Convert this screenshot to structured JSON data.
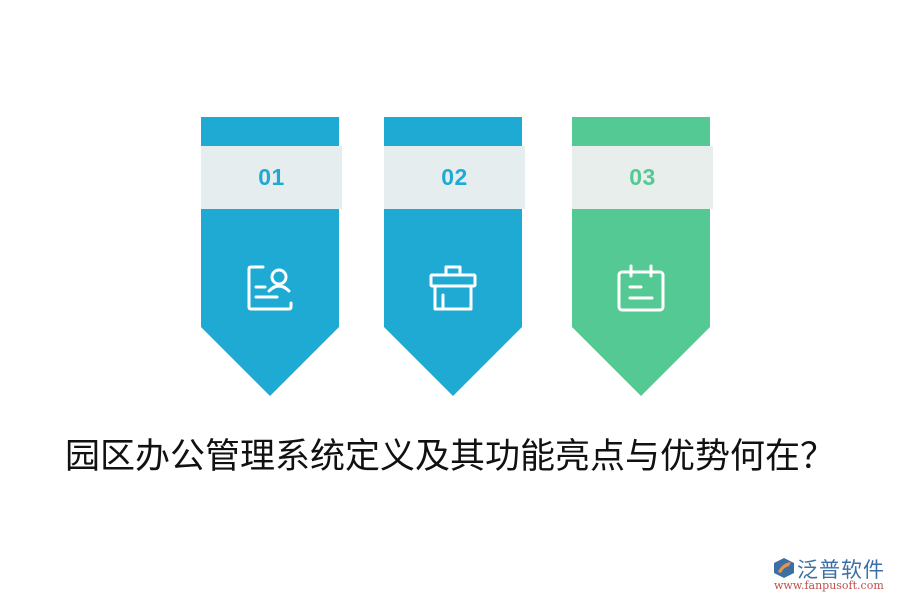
{
  "cards": [
    {
      "number": "01",
      "icon": "contact-card-icon",
      "color": "#1FAAD3"
    },
    {
      "number": "02",
      "icon": "store-house-icon",
      "color": "#1FAAD3"
    },
    {
      "number": "03",
      "icon": "calendar-note-icon",
      "color": "#55C993"
    }
  ],
  "colors": {
    "blue": "#1FAAD3",
    "green": "#55C993",
    "band": "#E6EDEF",
    "title": "#111111"
  },
  "title": "园区办公管理系统定义及其功能亮点与优势何在？",
  "logo": {
    "brand": "泛普软件",
    "url": "www.fanpusoft.com"
  }
}
